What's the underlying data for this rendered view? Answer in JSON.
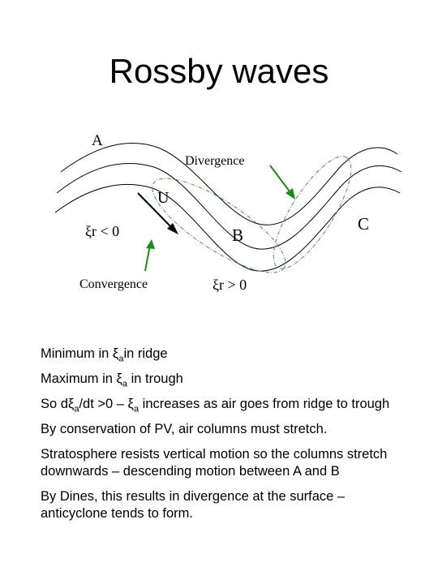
{
  "title": "Rossby waves",
  "diagram": {
    "label_a": "A",
    "label_divergence": "Divergence",
    "label_u": "U",
    "label_xi_neg": "ξr < 0",
    "label_b": "B",
    "label_c": "C",
    "label_convergence": "Convergence",
    "label_xi_pos": "ξr > 0",
    "colors": {
      "stream": "#000000",
      "ellipse": "#5a8a5a",
      "green_arrow": "#1d8a1d"
    }
  },
  "bullets": {
    "b1_pre": "Minimum in ξ",
    "b1_sub": "a",
    "b1_post": "in ridge",
    "b2_pre": "Maximum in ξ",
    "b2_sub": "a",
    "b2_post": " in trough",
    "b3_pre": "So dξ",
    "b3_sub1": "a",
    "b3_mid": "/dt >0 – ξ",
    "b3_sub2": "a",
    "b3_post": " increases as air goes from ridge to trough",
    "b4": "By conservation of PV, air columns must stretch.",
    "b5": "Stratosphere resists vertical motion so the columns stretch downwards – descending motion between A and B",
    "b6": "By Dines, this results in divergence at the surface – anticyclone tends to form."
  }
}
